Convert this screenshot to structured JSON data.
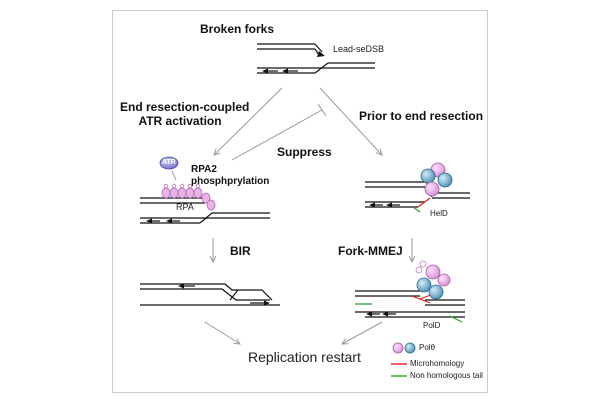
{
  "title": "Broken forks",
  "lead_dsb_label": "Lead-seDSB",
  "left_branch": {
    "heading_line1": "End resection-coupled",
    "heading_line2": "ATR activation",
    "atr_label": "ATR",
    "rpa2_line1": "RPA2",
    "rpa2_line2": "phosphprylation",
    "rpa_label": "RPA",
    "step_label": "BIR"
  },
  "right_branch": {
    "heading": "Prior to end resection",
    "helicase_label": "HelD",
    "step_label": "Fork-MMEJ",
    "polymerase_label": "PolD"
  },
  "suppress_label": "Suppress",
  "outcome_label": "Replication restart",
  "legend": {
    "pol_theta": "Polθ",
    "microhomology": "Microhomology",
    "non_homologous_tail": "Non homologous tail"
  },
  "colors": {
    "strand": "#111111",
    "arrow": "#9a9a9a",
    "rpa": "#e8b4e8",
    "atr": "#8e8fd8",
    "pol_pink": "#f0b8f0",
    "pol_blue": "#6fa8c8",
    "microhomology": "#e02020",
    "non_homologous_tail": "#2aa02a"
  }
}
